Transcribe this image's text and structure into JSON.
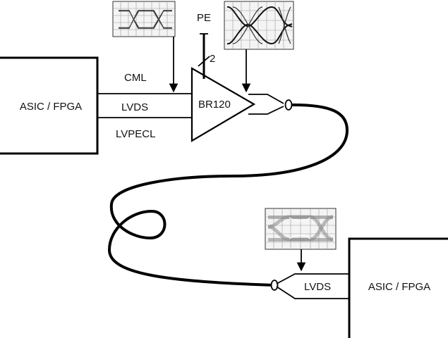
{
  "diagram": {
    "left_block": {
      "label": "ASIC / FPGA"
    },
    "right_block": {
      "label": "ASIC / FPGA"
    },
    "driver": {
      "label": "BR120"
    },
    "signal_standards": [
      "CML",
      "LVDS",
      "LVPECL"
    ],
    "pre_emphasis": {
      "label": "PE",
      "bus_width": "2"
    },
    "receiver_input": {
      "label": "LVDS"
    },
    "eye_diagrams": [
      {
        "id": "input-eye"
      },
      {
        "id": "output-eye"
      },
      {
        "id": "receiver-eye"
      }
    ]
  }
}
